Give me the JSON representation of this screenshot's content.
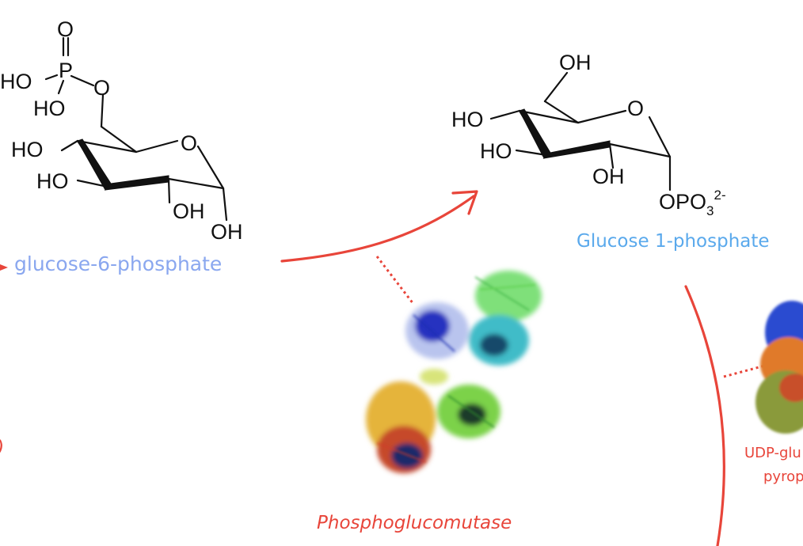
{
  "molecule_left": {
    "label": "glucose-6-phosphate",
    "atoms": {
      "o_double": "O",
      "p": "P",
      "ho_p": "HO",
      "ho_p2": "HO",
      "o_link": "O",
      "ring_o": "O",
      "ho_c4": "HO",
      "ho_c3": "HO",
      "oh_c2": "OH",
      "oh_c1": "OH"
    }
  },
  "molecule_right": {
    "label": "Glucose 1-phosphate",
    "atoms": {
      "oh_c6": "OH",
      "ring_o": "O",
      "ho_c4": "HO",
      "ho_c3": "HO",
      "oh_c2": "OH",
      "opo3": "OPO",
      "sub3": "3",
      "charge": "2-"
    }
  },
  "enzyme_center": {
    "label": "Phosphoglucomutase"
  },
  "enzyme_right": {
    "label_line1": "UDP-glu",
    "label_line2": "pyrop"
  },
  "left_edge": {
    "fragment": ")"
  },
  "colors": {
    "arrow": "#e8453a",
    "g6p_label": "#8aa7ef",
    "g1p_label": "#5aa9ec",
    "enzyme_label": "#e8453a"
  }
}
